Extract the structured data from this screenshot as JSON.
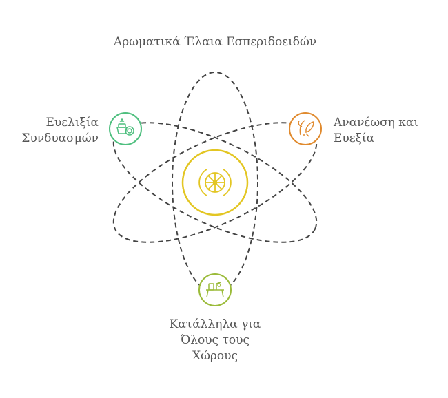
{
  "title": "Αρωματικά Έλαια Εσπεριδοειδών",
  "center": {
    "icon": "citrus-slice-icon",
    "color": "#e3c623"
  },
  "nodes": {
    "flexibility": {
      "line1": "Ευελιξία",
      "line2": "Συνδυασμών",
      "icon": "blend-icon",
      "color": "#4fbf7f"
    },
    "refresh": {
      "line1": "Ανανέωση και",
      "line2": "Ευεξία",
      "icon": "leaf-icon",
      "color": "#e08a2e"
    },
    "spaces": {
      "line1": "Κατάλληλα για",
      "line2": "Όλους τους",
      "line3": "Χώρους",
      "icon": "table-icon",
      "color": "#9bbb3a"
    }
  },
  "orbit_color": "#444444"
}
